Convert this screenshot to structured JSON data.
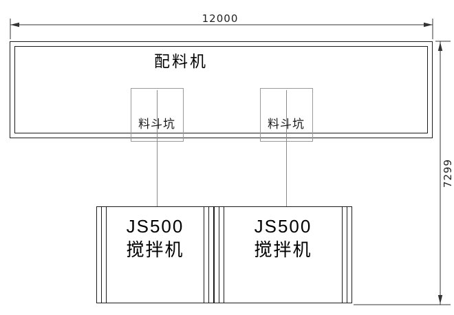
{
  "diagram": {
    "machine_label": "配料机",
    "dimensions": {
      "width": "12000",
      "height": "7299"
    },
    "pits": [
      {
        "label": "料斗坑"
      },
      {
        "label": "料斗坑"
      }
    ],
    "mixers": [
      {
        "model": "JS500",
        "name": "搅拌机"
      },
      {
        "model": "JS500",
        "name": "搅拌机"
      }
    ],
    "colors": {
      "line": "#1a1a1a",
      "secondary_line": "#999999",
      "background": "#ffffff",
      "text": "#000000"
    }
  }
}
